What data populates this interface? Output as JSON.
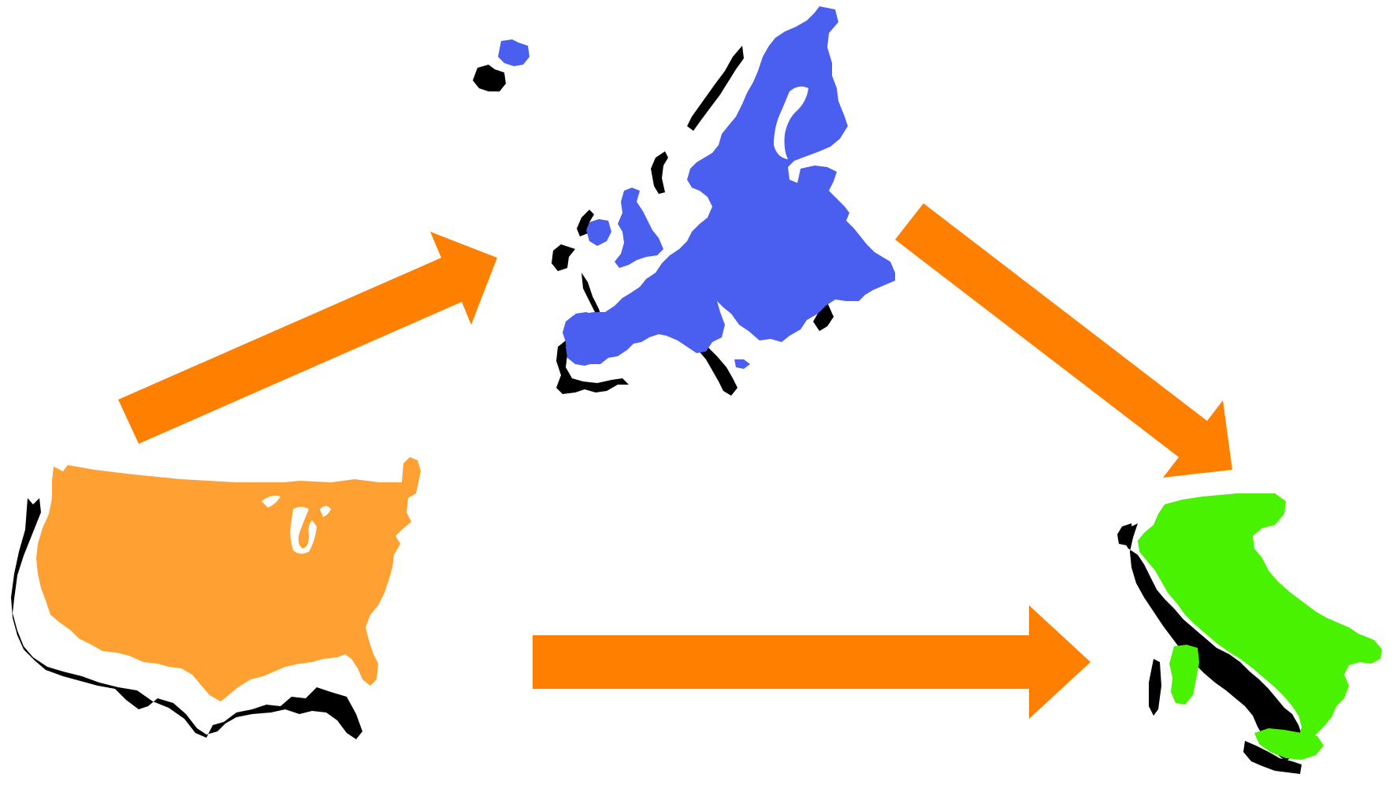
{
  "colors": {
    "background": "#ffffff",
    "arrow": "#ff7f00",
    "shadow": "#000000",
    "usa": "#ffa033",
    "europe": "#4a5ef0",
    "italy": "#48f200"
  },
  "nodes": [
    {
      "id": "usa",
      "icon": "usa-map-icon"
    },
    {
      "id": "europe",
      "icon": "europe-map-icon"
    },
    {
      "id": "italy",
      "icon": "italy-map-icon"
    }
  ],
  "edges": [
    {
      "from": "usa",
      "to": "europe",
      "icon": "arrow-right-up-icon"
    },
    {
      "from": "europe",
      "to": "italy",
      "icon": "arrow-right-down-icon"
    },
    {
      "from": "usa",
      "to": "italy",
      "icon": "arrow-right-icon"
    }
  ]
}
